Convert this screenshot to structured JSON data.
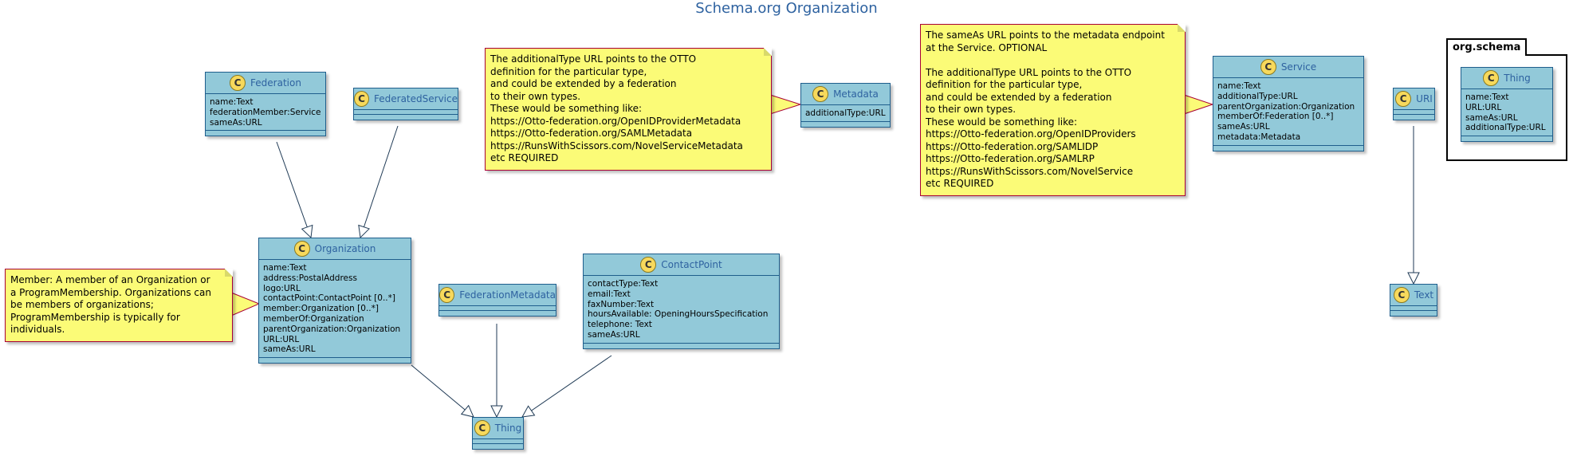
{
  "title": "Schema.org Organization",
  "colors": {
    "class_fill": "#92c9d9",
    "class_border": "#1f5e8c",
    "class_name": "#2e62a0",
    "note_fill": "#fbfb77",
    "note_border": "#a80036",
    "edge": "#1f3a55"
  },
  "classes": {
    "federation": {
      "name": "Federation",
      "attrs": "name:Text\nfederationMember:Service\nsameAs:URL"
    },
    "federated_service": {
      "name": "FederatedService",
      "attrs": ""
    },
    "organization": {
      "name": "Organization",
      "attrs": "name:Text\naddress:PostalAddress\nlogo:URL\ncontactPoint:ContactPoint [0..*]\nmember:Organization [0..*]\nmemberOf:Organization\nparentOrganization:Organization\nURL:URL\nsameAs:URL"
    },
    "federation_metadata": {
      "name": "FederationMetadata",
      "attrs": ""
    },
    "contact_point": {
      "name": "ContactPoint",
      "attrs": "contactType:Text\nemail:Text\nfaxNumber:Text\nhoursAvailable: OpeningHoursSpecification\ntelephone: Text\nsameAs:URL"
    },
    "thing": {
      "name": "Thing",
      "attrs": ""
    },
    "metadata": {
      "name": "Metadata",
      "attrs": "additionalType:URL"
    },
    "service": {
      "name": "Service",
      "attrs": "name:Text\nadditionalType:URL\nparentOrganization:Organization\nmemberOf:Federation [0..*]\nsameAs:URL\nmetadata:Metadata"
    },
    "uri": {
      "name": "URI",
      "attrs": ""
    },
    "text": {
      "name": "Text",
      "attrs": ""
    },
    "schema_thing": {
      "name": "Thing",
      "attrs": "name:Text\nURL:URL\nsameAs:URL\nadditionalType:URL"
    }
  },
  "package": {
    "name": "org.schema"
  },
  "notes": {
    "member": "Member: A member of an Organization or\na ProgramMembership. Organizations can\nbe members of organizations;\nProgramMembership is typically for\nindividuals.",
    "metadata_note": "The additionalType URL points to the OTTO\ndefinition for the particular type,\nand could be extended by a federation\nto their own types.\nThese would be something like:\nhttps://Otto-federation.org/OpenIDProviderMetadata\nhttps://Otto-federation.org/SAMLMetadata\nhttps://RunsWithScissors.com/NovelServiceMetadata\netc REQUIRED",
    "service_note": "The sameAs URL points to the metadata endpoint\nat the Service. OPTIONAL\n\nThe additionalType URL points to the OTTO\ndefinition for the particular type,\nand could be extended by a federation\nto their own types.\nThese would be something like:\nhttps://Otto-federation.org/OpenIDProviders\nhttps://Otto-federation.org/SAMLIDP\nhttps://Otto-federation.org/SAMLRP\nhttps://RunsWithScissors.com/NovelService\netc REQUIRED"
  },
  "icon_letter": "C",
  "edges": [
    {
      "from": "Federation",
      "to": "Organization",
      "kind": "generalization"
    },
    {
      "from": "FederatedService",
      "to": "Organization",
      "kind": "generalization"
    },
    {
      "from": "Organization",
      "to": "Thing",
      "kind": "generalization"
    },
    {
      "from": "FederationMetadata",
      "to": "Thing",
      "kind": "generalization"
    },
    {
      "from": "ContactPoint",
      "to": "Thing",
      "kind": "generalization"
    },
    {
      "from": "URI",
      "to": "Text",
      "kind": "generalization"
    },
    {
      "from": "Member note",
      "to": "Organization",
      "kind": "note-link"
    },
    {
      "from": "additionalType note",
      "to": "Metadata",
      "kind": "note-link"
    },
    {
      "from": "sameAs note",
      "to": "Service",
      "kind": "note-link"
    }
  ]
}
